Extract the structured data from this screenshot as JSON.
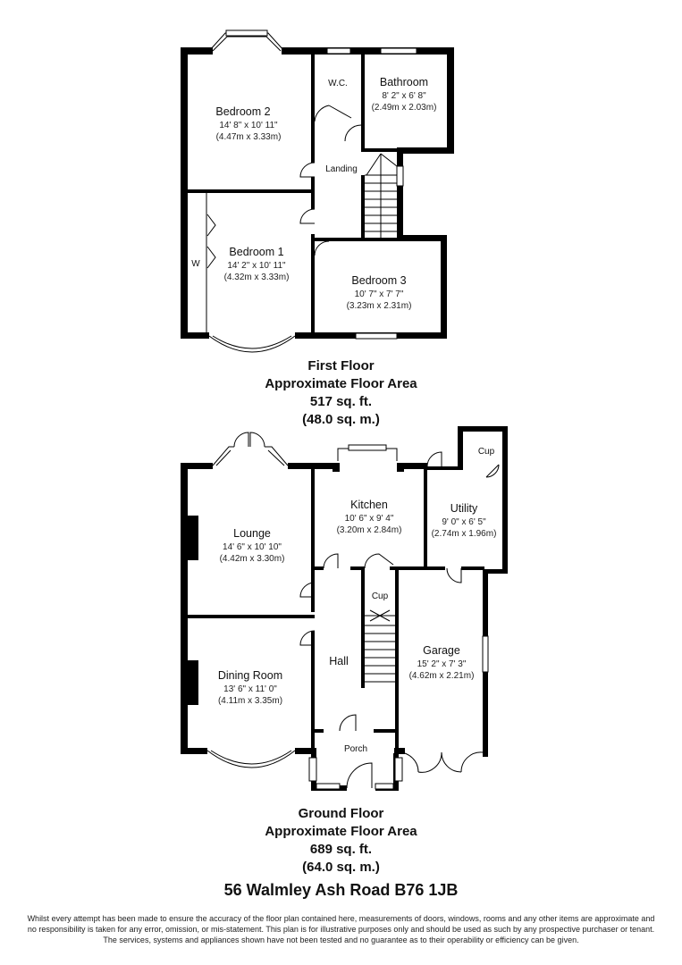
{
  "first_floor": {
    "rooms": {
      "bedroom2": {
        "name": "Bedroom 2",
        "imperial": "14' 8\" x 10' 11\"",
        "metric": "(4.47m x 3.33m)"
      },
      "wc": {
        "name": "W.C."
      },
      "bathroom": {
        "name": "Bathroom",
        "imperial": "8' 2\" x 6' 8\"",
        "metric": "(2.49m x 2.03m)"
      },
      "landing": {
        "name": "Landing"
      },
      "bedroom1": {
        "name": "Bedroom 1",
        "imperial": "14' 2\" x 10' 11\"",
        "metric": "(4.32m x 3.33m)"
      },
      "wardrobe": {
        "name": "W"
      },
      "bedroom3": {
        "name": "Bedroom 3",
        "imperial": "10' 7\" x 7' 7\"",
        "metric": "(3.23m x 2.31m)"
      }
    },
    "caption": {
      "floor": "First Floor",
      "area_label": "Approximate Floor Area",
      "sq_ft": "517 sq. ft.",
      "sq_m": "(48.0 sq. m.)"
    }
  },
  "ground_floor": {
    "rooms": {
      "lounge": {
        "name": "Lounge",
        "imperial": "14' 6\" x 10' 10\"",
        "metric": "(4.42m x 3.30m)"
      },
      "kitchen": {
        "name": "Kitchen",
        "imperial": "10' 6\" x 9' 4\"",
        "metric": "(3.20m x 2.84m)"
      },
      "utility": {
        "name": "Utility",
        "imperial": "9' 0\" x 6' 5\"",
        "metric": "(2.74m x 1.96m)"
      },
      "utility_cup": {
        "name": "Cup"
      },
      "stair_cup": {
        "name": "Cup"
      },
      "hall": {
        "name": "Hall"
      },
      "garage": {
        "name": "Garage",
        "imperial": "15' 2\" x 7' 3\"",
        "metric": "(4.62m x 2.21m)"
      },
      "dining": {
        "name": "Dining Room",
        "imperial": "13' 6\" x 11' 0\"",
        "metric": "(4.11m x 3.35m)"
      },
      "porch": {
        "name": "Porch"
      }
    },
    "caption": {
      "floor": "Ground Floor",
      "area_label": "Approximate Floor Area",
      "sq_ft": "689 sq. ft.",
      "sq_m": "(64.0 sq. m.)"
    }
  },
  "address": "56 Walmley Ash Road B76 1JB",
  "disclaimer": [
    "Whilst every attempt has been made to ensure the accuracy of the floor plan contained here, measurements of doors, windows, rooms and any other items are approximate and",
    "no responsibility is taken for any error, omission, or mis-statement. This plan is for illustrative purposes only and should be used as such by any prospective purchaser or tenant.",
    "The services, systems and appliances shown have not been tested and no guarantee as to their operability or efficiency can be given."
  ]
}
